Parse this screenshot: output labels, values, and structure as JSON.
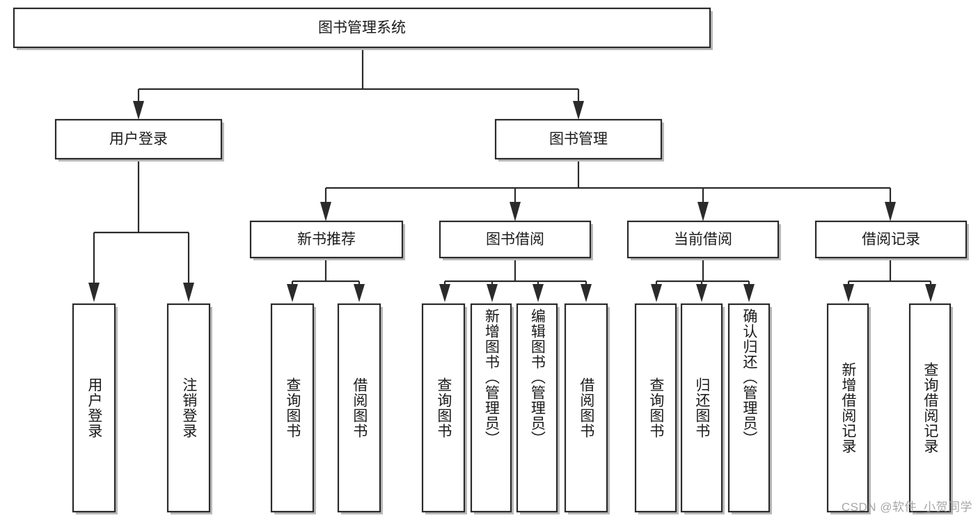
{
  "diagram": {
    "title": "图书管理系统",
    "type": "tree-hierarchy-diagram",
    "watermark": "CSDN @软件_小贺同学",
    "colors": {
      "box_fill": "#ffffff",
      "box_stroke": "#2b2b2b",
      "text": "#1a1a1a",
      "shadow": "#b9b9b9",
      "watermark": "#9a9a9a"
    },
    "root": {
      "label": "图书管理系统"
    },
    "level2": [
      {
        "label": "用户登录"
      },
      {
        "label": "图书管理"
      }
    ],
    "level3": [
      {
        "label": "新书推荐"
      },
      {
        "label": "图书借阅"
      },
      {
        "label": "当前借阅"
      },
      {
        "label": "借阅记录"
      }
    ],
    "leaves": {
      "user_login": [
        {
          "label": "用户登录"
        },
        {
          "label": "注销登录"
        }
      ],
      "new_book_recommend": [
        {
          "label": "查询图书"
        },
        {
          "label": "借阅图书"
        }
      ],
      "book_borrow": [
        {
          "label": "查询图书"
        },
        {
          "label": "新增图书（管理员）"
        },
        {
          "label": "编辑图书（管理员）"
        },
        {
          "label": "借阅图书"
        }
      ],
      "current_borrow": [
        {
          "label": "查询图书"
        },
        {
          "label": "归还图书"
        },
        {
          "label": "确认归还（管理员）"
        }
      ],
      "borrow_record": [
        {
          "label": "新增借阅记录"
        },
        {
          "label": "查询借阅记录"
        }
      ]
    }
  }
}
